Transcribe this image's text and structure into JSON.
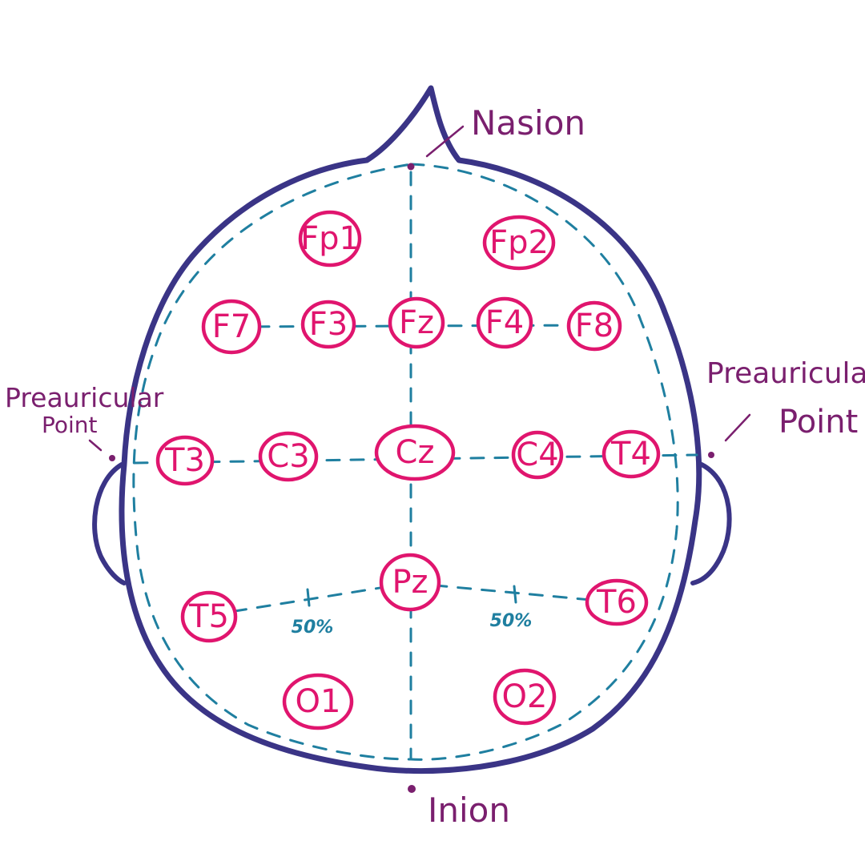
{
  "landmarks": {
    "nasion": "Nasion",
    "inion": "Inion",
    "preauricular_left_line1": "Preauricular",
    "preauricular_left_line2": "Point",
    "preauricular_right_line1": "Preauricular",
    "preauricular_right_line2": "Point"
  },
  "percent_labels": {
    "left": "50%",
    "right": "50%"
  },
  "electrodes": {
    "fp1": "Fp1",
    "fp2": "Fp2",
    "f7": "F7",
    "f3": "F3",
    "fz": "Fz",
    "f4": "F4",
    "f8": "F8",
    "t3": "T3",
    "c3": "C3",
    "cz": "Cz",
    "c4": "C4",
    "t4": "T4",
    "t5": "T5",
    "pz": "Pz",
    "t6": "T6",
    "o1": "O1",
    "o2": "O2"
  },
  "colors": {
    "head_outline": "#3a3486",
    "guide_lines": "#1f7fa0",
    "electrodes": "#e0156e",
    "landmarks": "#7a1f6e"
  }
}
